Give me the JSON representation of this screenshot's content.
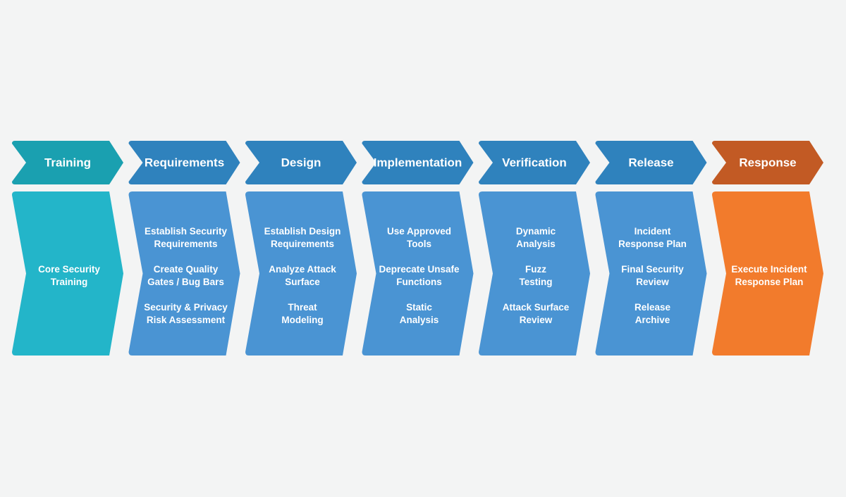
{
  "colors": {
    "background": "#f3f4f4",
    "training_header": "#1aa0b0",
    "training_body": "#23b5c9",
    "blue_header": "#2f82bd",
    "blue_body": "#4a94d3",
    "response_header": "#c25a24",
    "response_body": "#f27b2c",
    "text": "#ffffff"
  },
  "phases": [
    {
      "name": "Training",
      "color_key": "training",
      "items": [
        [
          "Core Security",
          "Training"
        ]
      ]
    },
    {
      "name": "Requirements",
      "color_key": "blue",
      "items": [
        [
          "Establish Security",
          "Requirements"
        ],
        [
          "Create Quality",
          "Gates / Bug Bars"
        ],
        [
          "Security & Privacy",
          "Risk Assessment"
        ]
      ]
    },
    {
      "name": "Design",
      "color_key": "blue",
      "items": [
        [
          "Establish Design",
          "Requirements"
        ],
        [
          "Analyze Attack",
          "Surface"
        ],
        [
          "Threat",
          "Modeling"
        ]
      ]
    },
    {
      "name": "Implementation",
      "color_key": "blue",
      "items": [
        [
          "Use Approved",
          "Tools"
        ],
        [
          "Deprecate Unsafe",
          "Functions"
        ],
        [
          "Static",
          "Analysis"
        ]
      ]
    },
    {
      "name": "Verification",
      "color_key": "blue",
      "items": [
        [
          "Dynamic",
          "Analysis"
        ],
        [
          "Fuzz",
          "Testing"
        ],
        [
          "Attack Surface",
          "Review"
        ]
      ]
    },
    {
      "name": "Release",
      "color_key": "blue",
      "items": [
        [
          "Incident",
          "Response Plan"
        ],
        [
          "Final Security",
          "Review"
        ],
        [
          "Release",
          "Archive"
        ]
      ]
    },
    {
      "name": "Response",
      "color_key": "response",
      "items": [
        [
          "Execute Incident",
          "Response Plan"
        ]
      ]
    }
  ]
}
